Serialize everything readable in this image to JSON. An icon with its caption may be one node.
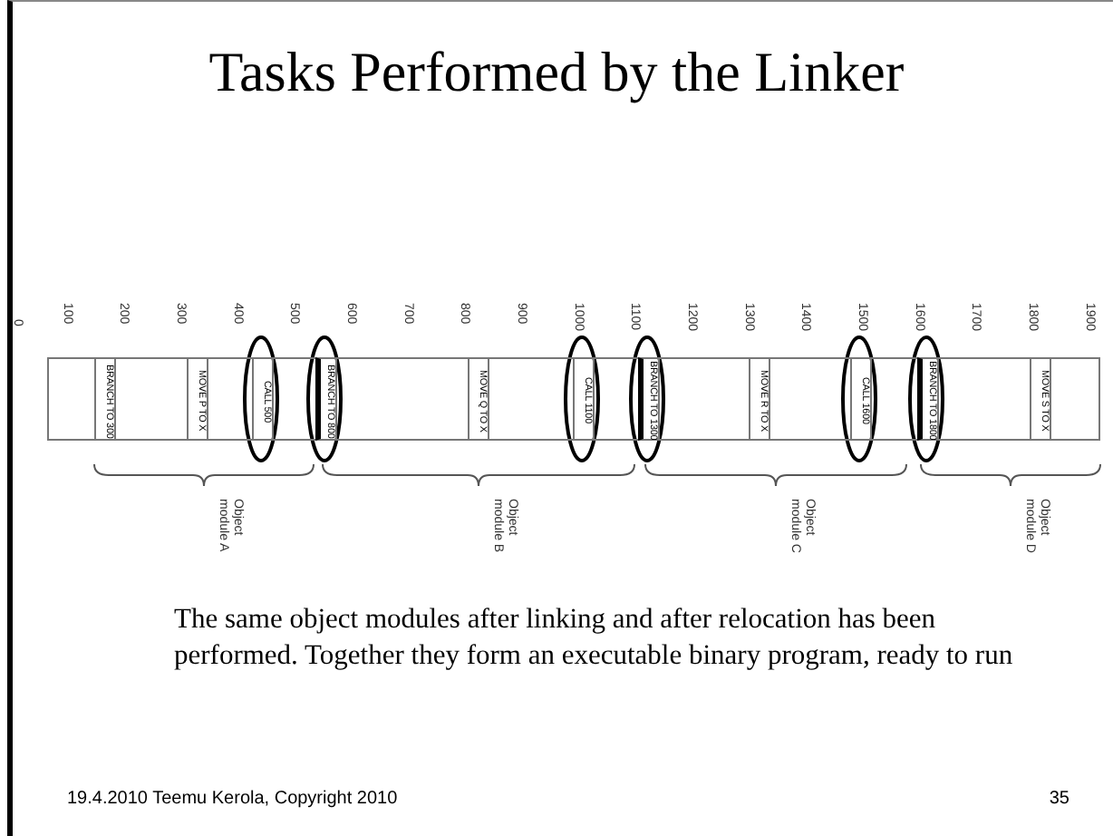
{
  "diagram": {
    "title": "Tasks Performed by the Linker",
    "caption": "The same object modules after linking and after relocation has been performed. Together they form an executable binary program, ready to run",
    "nodes": [
      {
        "text": [],
        "shape": "bar"
      },
      {
        "text": [
          "BRANCH TO 300"
        ],
        "in": 0
      },
      {
        "text": [
          "MOVE P TO X"
        ],
        "in": 0
      },
      {
        "text": [
          "CALL 500"
        ],
        "in": 0
      },
      {
        "text": [
          "BRANCH TO 800"
        ],
        "in": 0
      },
      {
        "text": [
          "MOVE Q TO X"
        ],
        "in": 0
      },
      {
        "text": [
          "CALL 1100"
        ],
        "in": 0
      },
      {
        "text": [
          "BRANCH TO 1300"
        ],
        "in": 0
      },
      {
        "text": [
          "MOVE R TO X"
        ],
        "in": 0
      },
      {
        "text": [
          "CALL 1600"
        ],
        "in": 0
      },
      {
        "text": [
          "BRANCH TO 1800"
        ],
        "in": 0
      },
      {
        "text": [
          "MOVE S TO X"
        ],
        "in": 0
      }
    ],
    "labels": [
      "0",
      "100",
      "200",
      "300",
      "400",
      "500",
      "600",
      "700",
      "800",
      "900",
      "1000",
      "1100",
      "1200",
      "1300",
      "1400",
      "1500",
      "1600",
      "1700",
      "1800",
      "1900",
      "Object module A",
      "Object module B",
      "Object module C",
      "Object module D",
      "19.4.2010  Teemu Kerola, Copyright 2010",
      "35"
    ]
  }
}
